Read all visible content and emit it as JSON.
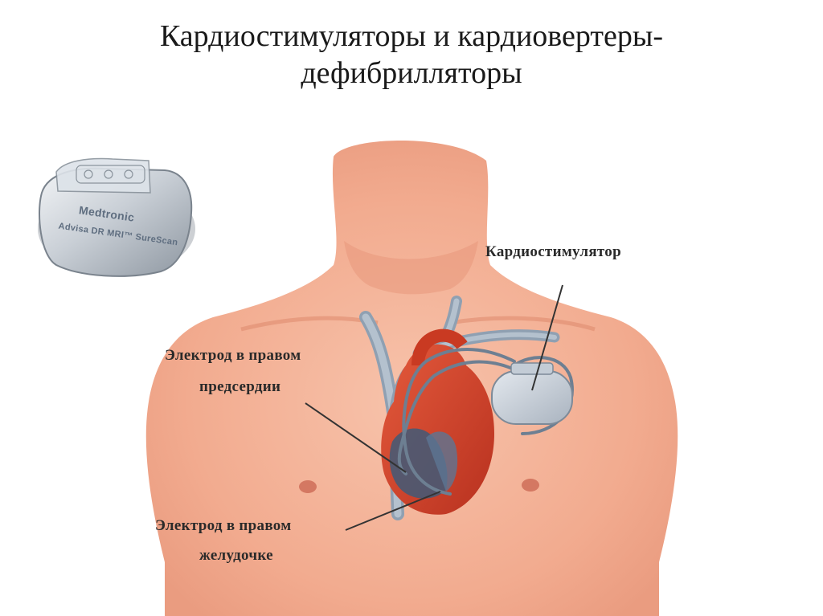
{
  "title": {
    "line1": "Кардиостимуляторы и кардиовертеры-",
    "line2": "дефибрилляторы"
  },
  "device_photo": {
    "brand": "Medtronic",
    "model": "Advisa DR MRI™ SureScan"
  },
  "labels": {
    "pacemaker": "Кардиостимулятор",
    "atrium_line1": "Электрод в правом",
    "atrium_line2": "предсердии",
    "ventricle_line1": "Электрод в правом",
    "ventricle_line2": "желудочке"
  },
  "colors": {
    "skin": "#f4b49a",
    "skin_shadow": "#e79478",
    "heart_red": "#d8442a",
    "heart_dark": "#b12e1c",
    "vein_gray": "#9aa9b8",
    "device_gray": "#c5ccd4"
  }
}
